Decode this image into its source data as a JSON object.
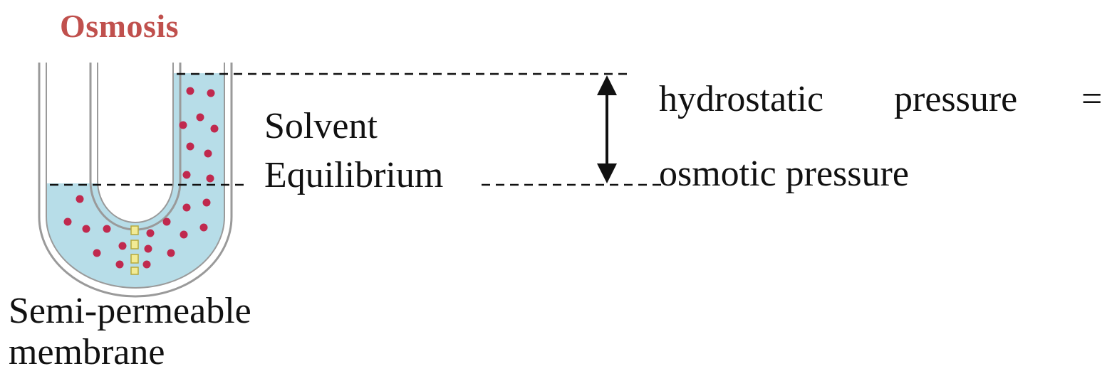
{
  "title": "Osmosis",
  "labels": {
    "solvent": "Solvent",
    "equilibrium": "Equilibrium",
    "hydrostatic_word": "hydrostatic",
    "pressure_word": "pressure",
    "equals": "=",
    "osmotic_pressure": "osmotic pressure",
    "membrane_line1": "Semi-permeable",
    "membrane_line2": "membrane"
  },
  "colors": {
    "title": "#c0504d",
    "solution": "#b7dde8",
    "solute_particles": "#c0294e",
    "tube_wall": "#9a9a9a",
    "membrane": "#e8e07a"
  },
  "icons": {
    "arrow": "double-headed-vertical-arrow",
    "tube": "u-tube",
    "membrane": "semi-permeable-membrane"
  }
}
